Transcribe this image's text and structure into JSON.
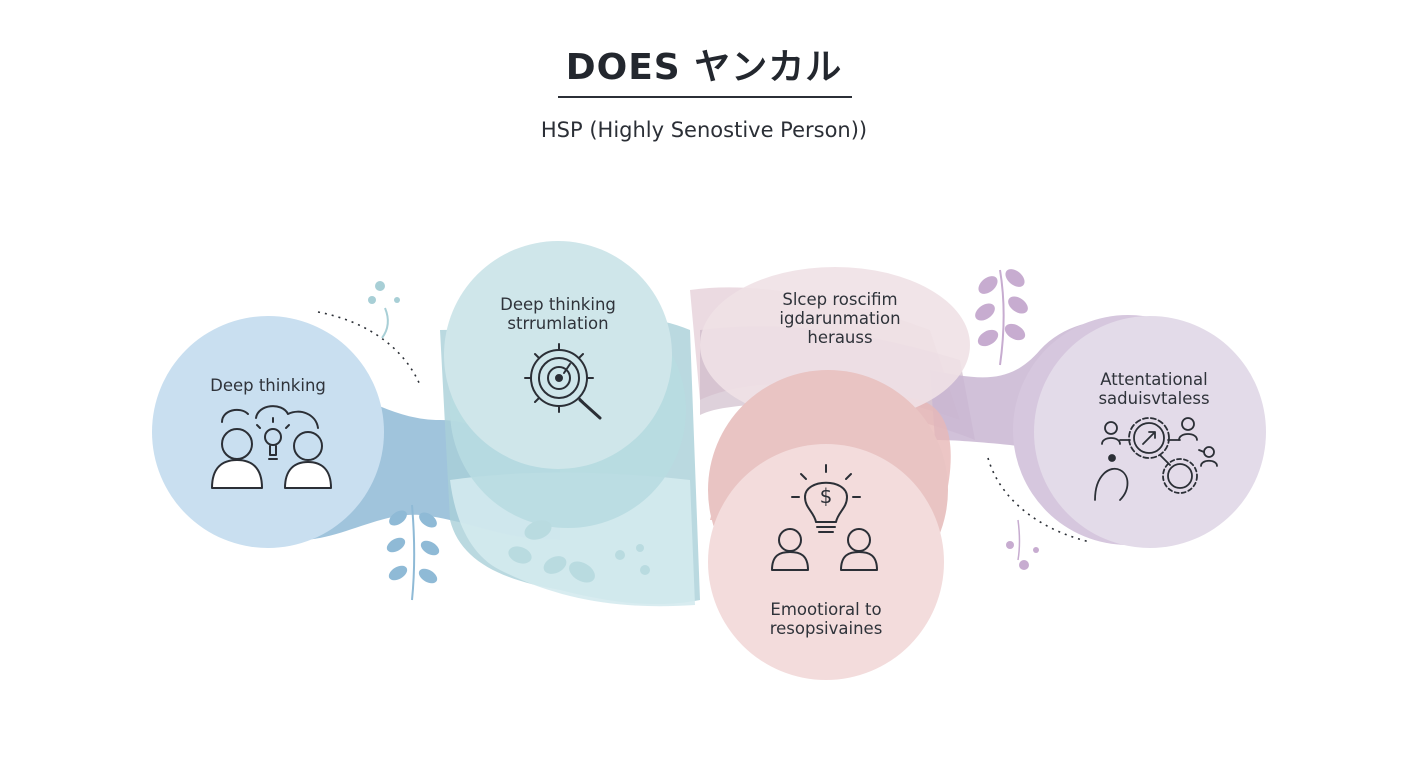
{
  "header": {
    "title": "DOES ヤンカル",
    "subtitle": "HSP (Highly Senostive Person))"
  },
  "nodes": [
    {
      "id": "n1",
      "lines": [
        "Deep thinking"
      ],
      "icon": "two-people-lightbulb-icon",
      "color": "#c9dff0"
    },
    {
      "id": "n2",
      "lines": [
        "Deep thinking",
        "strrumlation"
      ],
      "icon": "gear-magnifier-icon",
      "color": "#cfe6ea"
    },
    {
      "id": "n3",
      "lines": [
        "Slcep roscifim",
        "igdarunmation",
        "herauss"
      ],
      "icon": "",
      "color": "#efe1e6"
    },
    {
      "id": "n4",
      "lines": [
        "Emootioral to",
        "resopsivaines"
      ],
      "icon": "money-lightbulb-people-icon",
      "color": "#f3d7d7"
    },
    {
      "id": "n5",
      "lines": [
        "Attentational",
        "saduisvtaless"
      ],
      "icon": "network-gears-people-icon",
      "color": "#e3dbe9"
    }
  ],
  "colors": {
    "blue": "#8fbad6",
    "teal": "#a9d0d8",
    "pink": "#e7c0c0",
    "lavender": "#c9b6d2",
    "ink": "#2b2f36"
  }
}
